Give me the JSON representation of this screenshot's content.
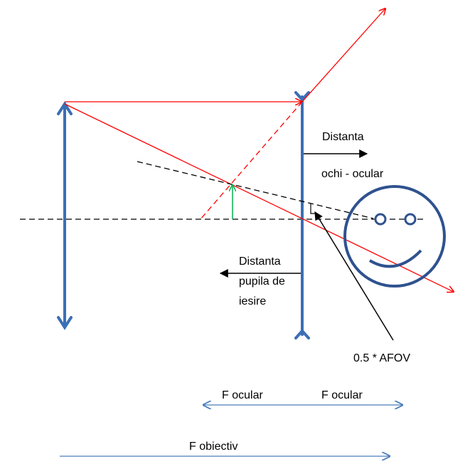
{
  "labels": {
    "eye_relief_line1": "Distanta",
    "eye_relief_line2": "ochi - ocular",
    "exit_pupil_line1": "Distanta",
    "exit_pupil_line2": "pupila de",
    "exit_pupil_line3": "iesire",
    "half_afov": "0.5 * AFOV",
    "focal_ocular_left": "F ocular",
    "focal_ocular_right": "F ocular",
    "focal_objective": "F obiectiv"
  },
  "colors": {
    "lens": "#3a6fb5",
    "ray": "#ff0000",
    "image": "#00b050",
    "axis": "#000000",
    "eye": "#2f528f",
    "dimension": "#4a7ebb"
  }
}
